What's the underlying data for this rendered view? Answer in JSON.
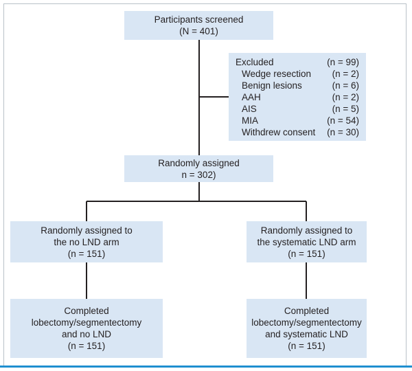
{
  "flowchart": {
    "screened": {
      "title": "Participants screened",
      "count": "(N = 401)"
    },
    "excluded": {
      "title": "Excluded",
      "count": "(n = 99)",
      "reasons": [
        {
          "label": "Wedge resection",
          "count": "(n = 2)"
        },
        {
          "label": "Benign lesions",
          "count": "(n = 6)"
        },
        {
          "label": "AAH",
          "count": "(n = 2)"
        },
        {
          "label": "AIS",
          "count": "(n = 5)"
        },
        {
          "label": "MIA",
          "count": "(n = 54)"
        },
        {
          "label": "Withdrew consent",
          "count": "(n = 30)"
        }
      ]
    },
    "randomized": {
      "title": "Randomly assigned",
      "count": "n = 302)"
    },
    "arm_no_lnd": {
      "line1": "Randomly assigned to",
      "line2": "the no LND arm",
      "count": "(n = 151)"
    },
    "arm_systematic": {
      "line1": "Randomly assigned to",
      "line2": "the systematic LND arm",
      "count": "(n = 151)"
    },
    "completed_no_lnd": {
      "line1": "Completed",
      "line2": "lobectomy/segmentectomy",
      "line3": "and no LND",
      "count": "(n = 151)"
    },
    "completed_systematic": {
      "line1": "Completed",
      "line2": "lobectomy/segmentectomy",
      "line3": "and systematic LND",
      "count": "(n = 151)"
    }
  },
  "colors": {
    "box_fill": "#d9e6f4",
    "connector": "#231f20",
    "frame": "#b9c1c8",
    "bottom_rule": "#1f8fd0",
    "text": "#231f20"
  }
}
